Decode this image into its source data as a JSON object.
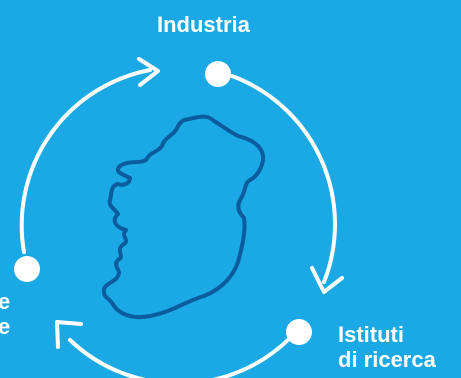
{
  "colors": {
    "background": "#1aa9e4",
    "white": "#ffffff",
    "map_outline": "#0a5c9c"
  },
  "nodes": {
    "top": {
      "label": "Industria"
    },
    "bottom_right": {
      "line1": "Istituti",
      "line2": "di ricerca"
    },
    "left": {
      "line1": "e",
      "line2": "e"
    }
  },
  "map": {
    "icon": "ireland-map-icon"
  }
}
